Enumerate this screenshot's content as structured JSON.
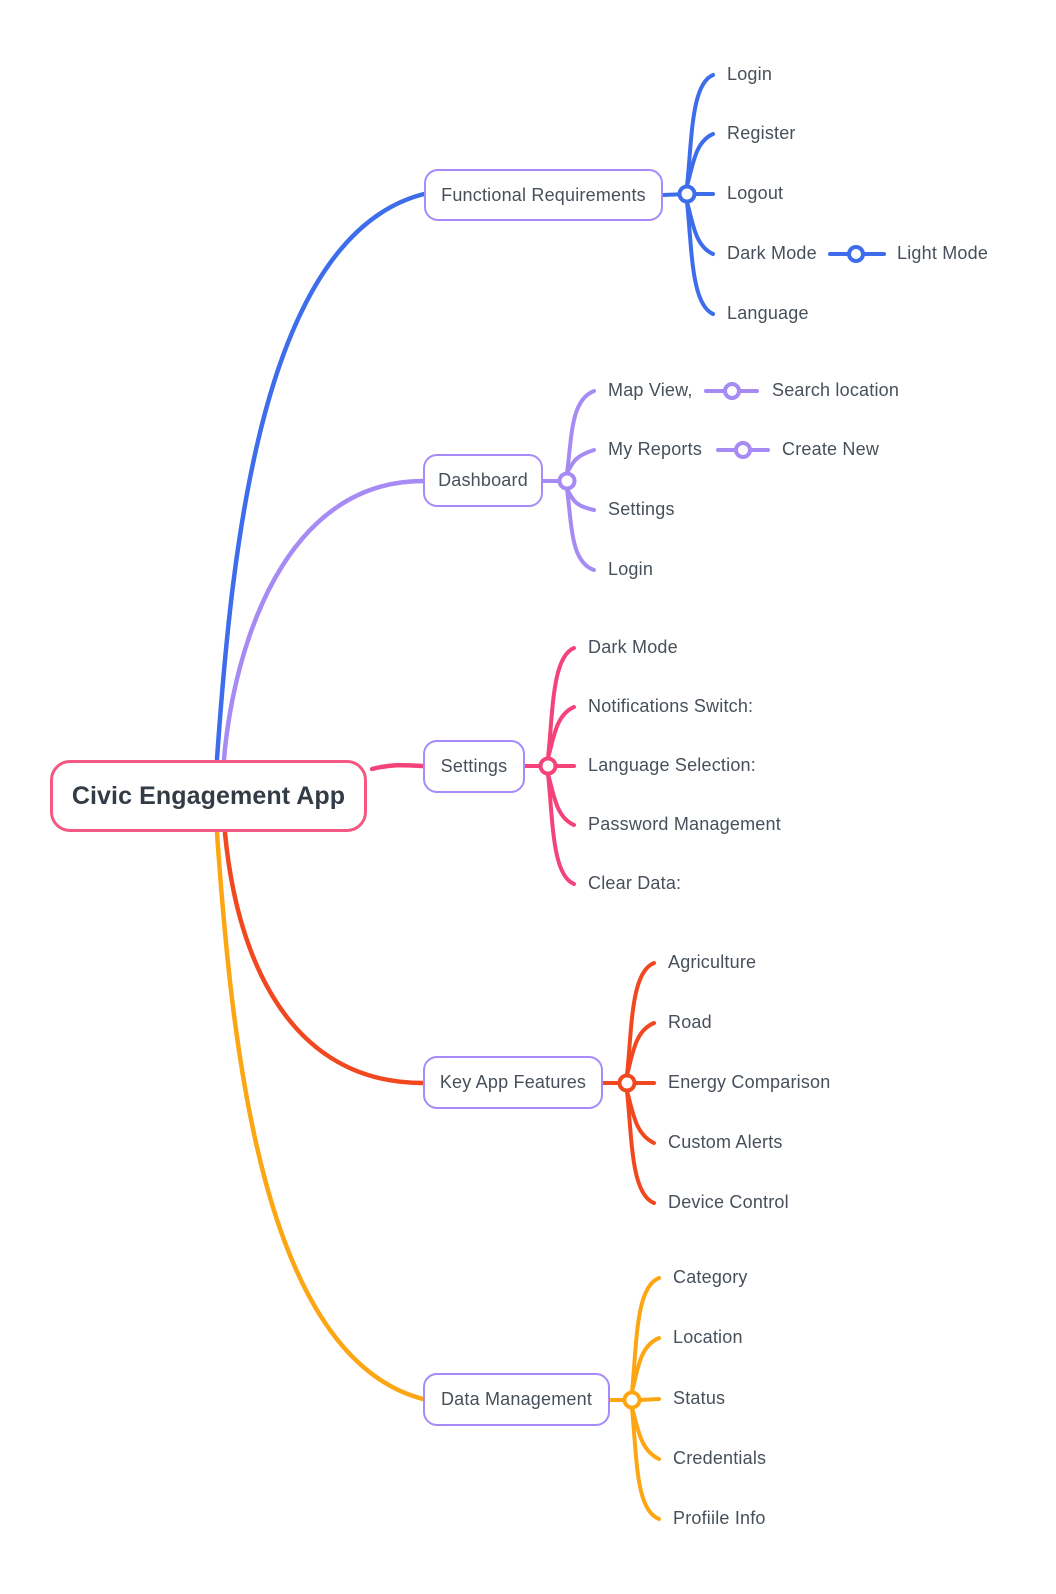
{
  "colors": {
    "background": "#FFFFFF",
    "text": "#47505A",
    "node_border": "#A78BFA"
  },
  "root": {
    "label": "Civic Engagement App",
    "color": "#F45781"
  },
  "branches": [
    {
      "label": "Functional Requirements",
      "color": "#3E6DEB",
      "children": [
        {
          "label": "Login"
        },
        {
          "label": "Register"
        },
        {
          "label": "Logout"
        },
        {
          "label": "Dark Mode",
          "children": [
            {
              "label": "Light Mode"
            }
          ]
        },
        {
          "label": "Language"
        }
      ]
    },
    {
      "label": "Dashboard",
      "color": "#A78BF5",
      "children": [
        {
          "label": "Map View,",
          "children": [
            {
              "label": "Search location"
            }
          ]
        },
        {
          "label": "My Reports",
          "children": [
            {
              "label": "Create New"
            }
          ]
        },
        {
          "label": "Settings"
        },
        {
          "label": "Login"
        }
      ]
    },
    {
      "label": "Settings",
      "color": "#F4437A",
      "children": [
        {
          "label": "Dark Mode"
        },
        {
          "label": "Notifications Switch:"
        },
        {
          "label": "Language Selection:"
        },
        {
          "label": "Password Management"
        },
        {
          "label": "Clear Data:"
        }
      ]
    },
    {
      "label": "Key App Features",
      "color": "#F2481F",
      "children": [
        {
          "label": "Agriculture"
        },
        {
          "label": "Road"
        },
        {
          "label": "Energy Comparison"
        },
        {
          "label": "Custom Alerts"
        },
        {
          "label": "Device Control"
        }
      ]
    },
    {
      "label": "Data Management",
      "color": "#FCA614",
      "children": [
        {
          "label": "Category"
        },
        {
          "label": "Location"
        },
        {
          "label": "Status"
        },
        {
          "label": "Credentials"
        },
        {
          "label": "Profiile Info"
        }
      ]
    }
  ]
}
